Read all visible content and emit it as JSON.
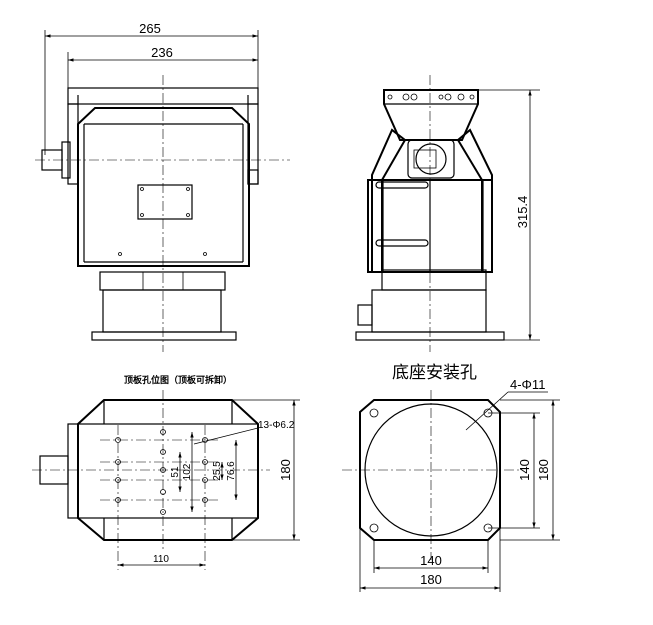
{
  "front_view": {
    "dim_overall_width": "265",
    "dim_frame_width": "236"
  },
  "side_view": {
    "dim_height": "315.4"
  },
  "top_plate_view": {
    "title": "顶板孔位图（顶板可拆卸）",
    "hole_callout": "13-Φ6.2",
    "dim_110": "110",
    "dim_51": "51",
    "dim_102": "102",
    "dim_25_5": "25.5",
    "dim_76_6": "76.6",
    "dim_180": "180"
  },
  "base_view": {
    "title": "底座安装孔",
    "hole_callout": "4-Φ11",
    "dim_140_horizontal": "140",
    "dim_180_horizontal": "180",
    "dim_140_vertical": "140",
    "dim_180_vertical": "180"
  }
}
